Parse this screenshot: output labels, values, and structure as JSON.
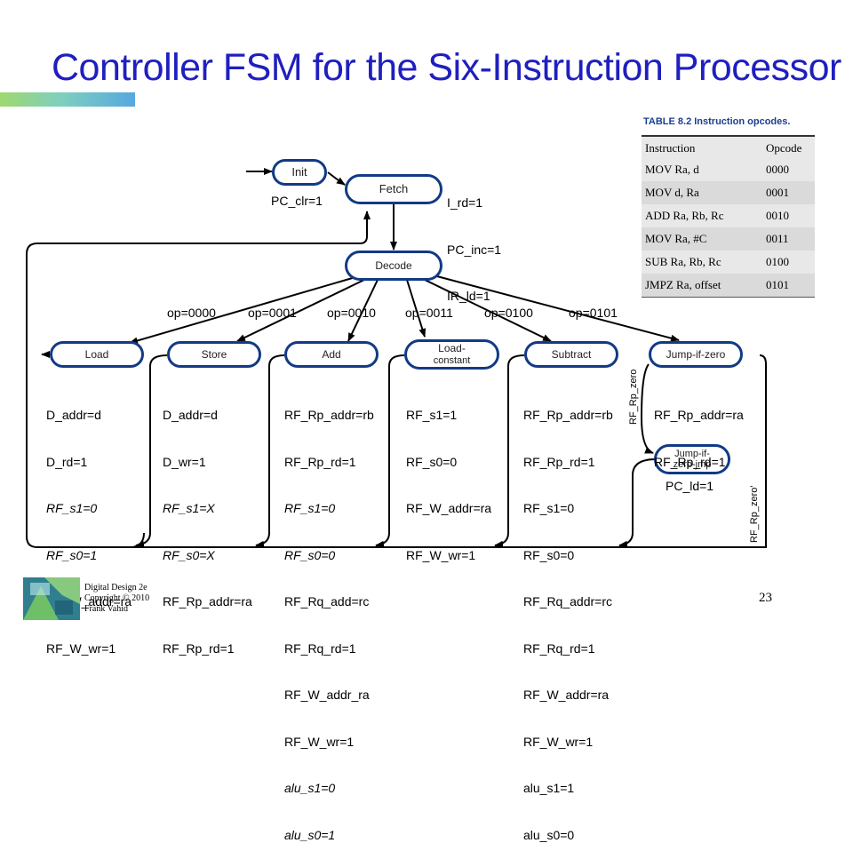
{
  "title": "Controller FSM for the Six-Instruction Processor",
  "opcode_table": {
    "caption": "TABLE 8.2  Instruction opcodes.",
    "headers": [
      "Instruction",
      "Opcode"
    ],
    "rows": [
      {
        "instruction": "MOV Ra, d",
        "opcode": "0000"
      },
      {
        "instruction": "MOV d, Ra",
        "opcode": "0001"
      },
      {
        "instruction": "ADD Ra, Rb, Rc",
        "opcode": "0010"
      },
      {
        "instruction": "MOV Ra, #C",
        "opcode": "0011"
      },
      {
        "instruction": "SUB Ra, Rb, Rc",
        "opcode": "0100"
      },
      {
        "instruction": "JMPZ Ra, offset",
        "opcode": "0101"
      }
    ]
  },
  "states": {
    "init": "Init",
    "fetch": "Fetch",
    "decode": "Decode",
    "load": "Load",
    "store": "Store",
    "add": "Add",
    "load_constant": [
      "Load-",
      "constant"
    ],
    "subtract": "Subtract",
    "jump_if_zero": "Jump-if-zero",
    "jump_if_zero_jmp": [
      "Jump-if-",
      "zero-jmp"
    ]
  },
  "actions": {
    "init": "PC_clr=1",
    "fetch": [
      "I_rd=1",
      "PC_inc=1",
      "IR_ld=1"
    ],
    "load": [
      "D_addr=d",
      "D_rd=1",
      "RF_s1=0",
      "RF_s0=1",
      "RF_W_addr=ra",
      "RF_W_wr=1"
    ],
    "store": [
      "D_addr=d",
      "D_wr=1",
      "RF_s1=X",
      "RF_s0=X",
      "RF_Rp_addr=ra",
      "RF_Rp_rd=1"
    ],
    "add": [
      "RF_Rp_addr=rb",
      "RF_Rp_rd=1",
      "RF_s1=0",
      "RF_s0=0",
      "RF_Rq_add=rc",
      "RF_Rq_rd=1",
      "RF_W_addr_ra",
      "RF_W_wr=1",
      "alu_s1=0",
      "alu_s0=1"
    ],
    "load_constant": [
      "RF_s1=1",
      "RF_s0=0",
      "RF_W_addr=ra",
      "RF_W_wr=1"
    ],
    "subtract": [
      "RF_Rp_addr=rb",
      "RF_Rp_rd=1",
      "RF_s1=0",
      "RF_s0=0",
      "RF_Rq_addr=rc",
      "RF_Rq_rd=1",
      "RF_W_addr=ra",
      "RF_W_wr=1",
      "alu_s1=1",
      "alu_s0=0"
    ],
    "jump_if_zero": [
      "RF_Rp_addr=ra",
      "RF_Rp_rd=1"
    ],
    "jump_if_zero_jmp": "PC_ld=1"
  },
  "transitions": {
    "op0000": "op=0000",
    "op0001": "op=0001",
    "op0010": "op=0010",
    "op0011": "op=0011",
    "op0100": "op=0100",
    "op0101": "op=0101",
    "rp_zero": "RF_Rp_zero",
    "rp_zero_not": "RF_Rp_zero'"
  },
  "footer": {
    "line1": "Digital Design 2e",
    "line2": "Copyright © 2010",
    "line3": "Frank Vahid",
    "page_number": "23"
  },
  "colors": {
    "title": "#1f1fbf",
    "state_border": "#123a85",
    "table_caption": "#1a3f8f"
  }
}
